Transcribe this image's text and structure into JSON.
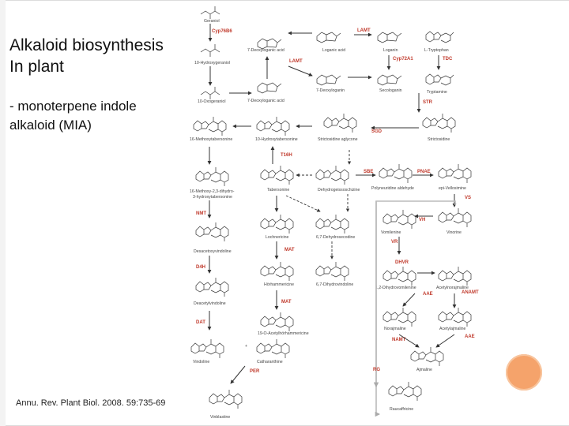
{
  "slide": {
    "title_line1": "Alkaloid biosynthesis",
    "title_line2": "In plant",
    "subtitle_line1": "- monoterpene indole",
    "subtitle_line2": "alkaloid (MIA)",
    "citation": "Annu. Rev. Plant Biol. 2008. 59:735-69"
  },
  "scheme": {
    "compounds": [
      "Geraniol",
      "10-Hydroxygeraniol",
      "10-Oxogeraniol",
      "7-Deoxyloganic acid",
      "7-Deoxyloganic acid",
      "Loganic acid",
      "Loganin",
      "7-Deoxyloganin",
      "Secologanin",
      "L-Tryptophan",
      "Tryptamine",
      "Strictosidine",
      "Strictosidine aglycone",
      "10-Hydroxytabersonine",
      "16-Methoxytabersonine",
      "Tabersonine",
      "Dehydrogeissoschizine",
      "Polyneuridine aldehyde",
      "epi-Vellosimine",
      "16-Methoxy-2,3-dihydro-3-hydroxytabersonine",
      "Lochnericine",
      "6,7-Dehydrosecodine",
      "Vinorine",
      "Vomilenine",
      "Desacetoxyvindoline",
      "Hörhammericine",
      "6,7-Dihydrovindoline",
      "1,2-Dihydrovomilenine",
      "Acetylnorajmaline",
      "Deacetylvindoline",
      "19-O-Acetylhörhammericine",
      "Norajmaline",
      "Acetylajmaline",
      "Vindoline",
      "Catharanthine",
      "Ajmaline",
      "Vinblastine",
      "Raucaffricine"
    ],
    "enzymes": [
      "Cyp76B6",
      "LAMT",
      "Cyp72A1",
      "TDC",
      "LAMT",
      "STR",
      "SGD",
      "T16H",
      "SBE",
      "PNAE",
      "VS",
      "NMT",
      "VH",
      "VR",
      "MAT",
      "D4H",
      "DHVR",
      "MAT",
      "AAE",
      "ANAMT",
      "DAT",
      "NAMT",
      "AAE",
      "PER",
      "RG"
    ]
  }
}
